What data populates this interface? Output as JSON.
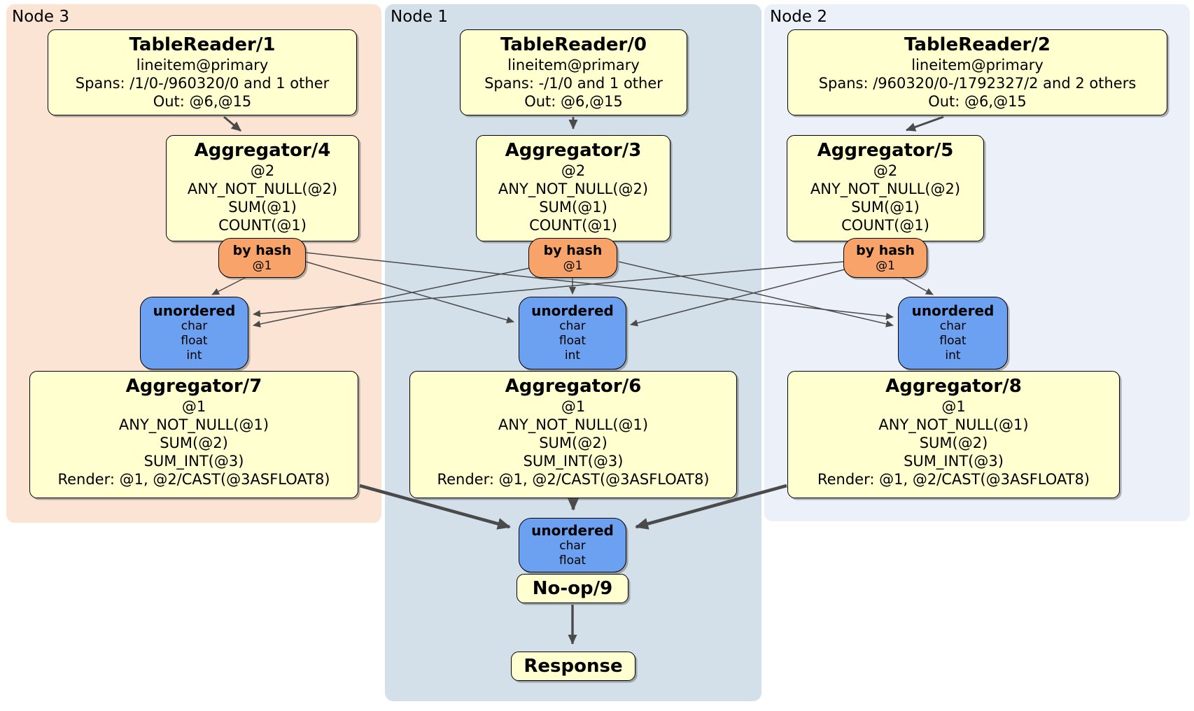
{
  "panels": {
    "node3": {
      "label": "Node 3"
    },
    "node1": {
      "label": "Node 1"
    },
    "node2": {
      "label": "Node 2"
    }
  },
  "boxes": {
    "tr1": {
      "title": "TableReader/1",
      "lines": [
        "lineitem@primary",
        "Spans: /1/0-/960320/0 and 1 other",
        "Out: @6,@15"
      ]
    },
    "tr0": {
      "title": "TableReader/0",
      "lines": [
        "lineitem@primary",
        "Spans: -/1/0 and 1 other",
        "Out: @6,@15"
      ]
    },
    "tr2": {
      "title": "TableReader/2",
      "lines": [
        "lineitem@primary",
        "Spans: /960320/0-/1792327/2 and 2 others",
        "Out: @6,@15"
      ]
    },
    "agg4": {
      "title": "Aggregator/4",
      "lines": [
        "@2",
        "ANY_NOT_NULL(@2)",
        "SUM(@1)",
        "COUNT(@1)"
      ]
    },
    "agg3": {
      "title": "Aggregator/3",
      "lines": [
        "@2",
        "ANY_NOT_NULL(@2)",
        "SUM(@1)",
        "COUNT(@1)"
      ]
    },
    "agg5": {
      "title": "Aggregator/5",
      "lines": [
        "@2",
        "ANY_NOT_NULL(@2)",
        "SUM(@1)",
        "COUNT(@1)"
      ]
    },
    "hash_left": {
      "title": "by hash",
      "lines": [
        "@1"
      ]
    },
    "hash_mid": {
      "title": "by hash",
      "lines": [
        "@1"
      ]
    },
    "hash_right": {
      "title": "by hash",
      "lines": [
        "@1"
      ]
    },
    "sync_left": {
      "title": "unordered",
      "lines": [
        "char",
        "float",
        "int"
      ]
    },
    "sync_mid": {
      "title": "unordered",
      "lines": [
        "char",
        "float",
        "int"
      ]
    },
    "sync_right": {
      "title": "unordered",
      "lines": [
        "char",
        "float",
        "int"
      ]
    },
    "agg7": {
      "title": "Aggregator/7",
      "lines": [
        "@1",
        "ANY_NOT_NULL(@1)",
        "SUM(@2)",
        "SUM_INT(@3)",
        "Render: @1, @2/CAST(@3ASFLOAT8)"
      ]
    },
    "agg6": {
      "title": "Aggregator/6",
      "lines": [
        "@1",
        "ANY_NOT_NULL(@1)",
        "SUM(@2)",
        "SUM_INT(@3)",
        "Render: @1, @2/CAST(@3ASFLOAT8)"
      ]
    },
    "agg8": {
      "title": "Aggregator/8",
      "lines": [
        "@1",
        "ANY_NOT_NULL(@1)",
        "SUM(@2)",
        "SUM_INT(@3)",
        "Render: @1, @2/CAST(@3ASFLOAT8)"
      ]
    },
    "sync_final": {
      "title": "unordered",
      "lines": [
        "char",
        "float"
      ]
    },
    "noop": {
      "title": "No-op/9"
    },
    "response": {
      "title": "Response"
    }
  },
  "colors": {
    "processor_fill": "#ffffcf",
    "router_fill": "#f7a36a",
    "sync_fill": "#6ca0f0",
    "node3_bg": "#fce4d4",
    "node1_bg": "#d3e0e9",
    "node2_bg": "#ebf0f9",
    "edge": "#4a4a4a",
    "text": "#000000"
  }
}
